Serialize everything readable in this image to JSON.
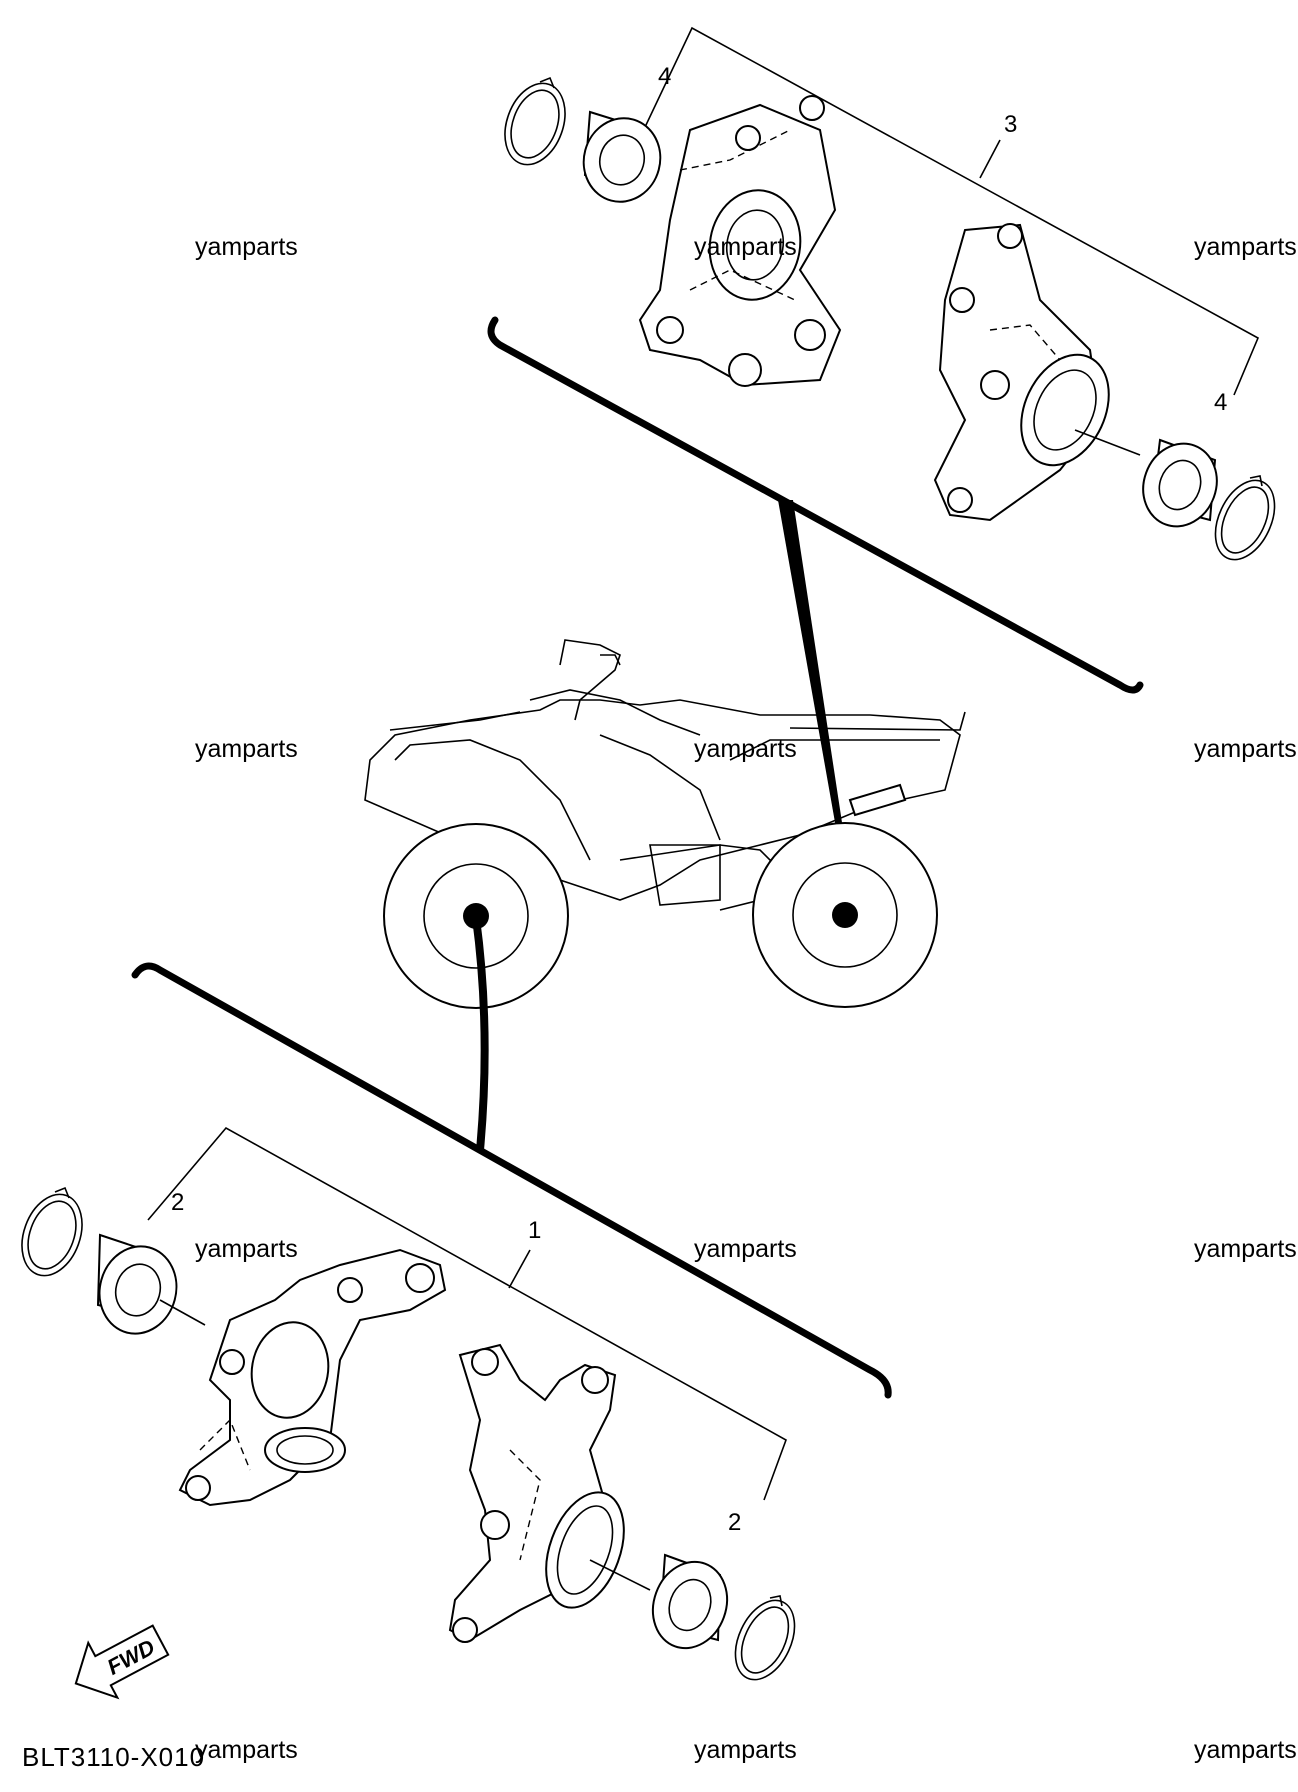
{
  "callouts": {
    "c1": "1",
    "c2_left": "2",
    "c2_right": "2",
    "c3": "3",
    "c4_top": "4",
    "c4_right": "4"
  },
  "watermark": "yamparts",
  "diagram_code": "BLT3110-X010",
  "fwd_label": "FWD",
  "colors": {
    "line": "#000000",
    "background": "#ffffff"
  }
}
